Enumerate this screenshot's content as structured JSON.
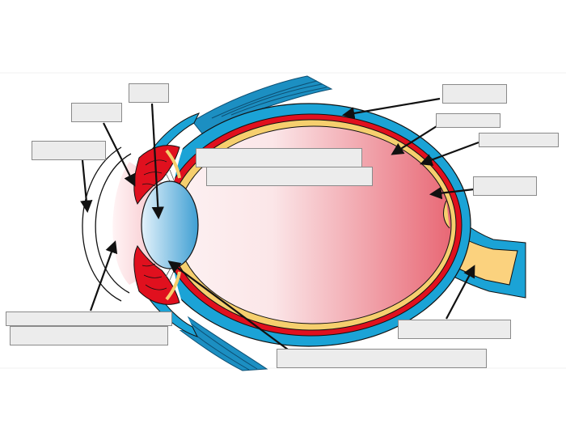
{
  "labels": [
    {
      "id": "label-1",
      "text": ""
    },
    {
      "id": "label-2",
      "text": ""
    },
    {
      "id": "label-3",
      "text": ""
    },
    {
      "id": "label-4",
      "text": ""
    },
    {
      "id": "label-5",
      "text": ""
    },
    {
      "id": "label-6",
      "text": ""
    },
    {
      "id": "label-7",
      "text": ""
    },
    {
      "id": "label-8",
      "text": ""
    },
    {
      "id": "label-9",
      "text": ""
    },
    {
      "id": "label-10",
      "text": ""
    },
    {
      "id": "label-11",
      "text": ""
    },
    {
      "id": "label-12",
      "text": ""
    },
    {
      "id": "label-13",
      "text": ""
    },
    {
      "id": "label-14",
      "text": ""
    }
  ],
  "colors": {
    "sclera": "#1ba3d6",
    "choroid": "#e0101e",
    "retina": "#f6cf6e",
    "vitreous_light": "#fdeff0",
    "vitreous_dark": "#e86a76",
    "lens_light": "#d8ecf8",
    "lens_dark": "#4aa8d8",
    "optic_nerve": "#fbd27e",
    "muscle": "#1c8fc2",
    "outline": "#1a1a1a",
    "label_fill": "#ececec",
    "label_border": "#8a8a8a"
  }
}
